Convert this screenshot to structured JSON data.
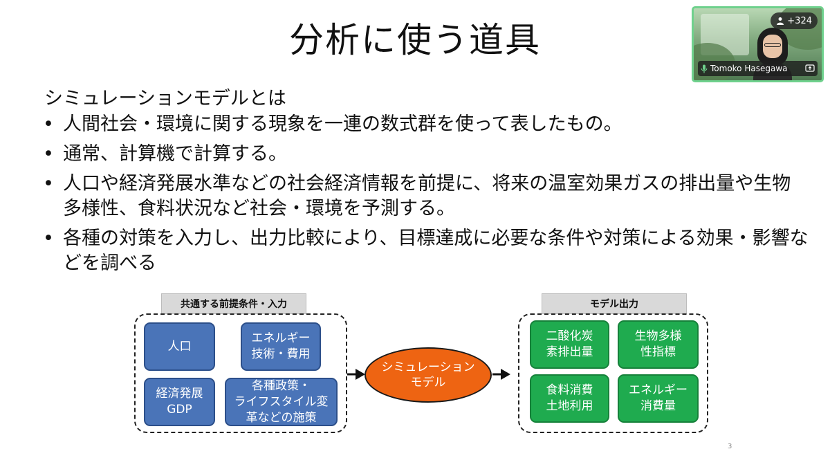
{
  "slide": {
    "title": "分析に使う道具",
    "intro": "シミュレーションモデルとは",
    "bullet_symbol": "•",
    "bullets": [
      "人間社会・環境に関する現象を一連の数式群を使って表したもの。",
      "通常、計算機で計算する。",
      "人口や経済発展水準などの社会経済情報を前提に、将来の温室効果ガスの排出量や生物多様性、食料状況など社会・環境を予測する。",
      "各種の対策を入力し、出力比較により、目標達成に必要な条件や対策による効果・影響などを調べる"
    ],
    "page_number": "3"
  },
  "diagram": {
    "input_label": "共通する前提条件・入力",
    "inputs": [
      "人口",
      "エネルギー\n技術・費用",
      "経済発展\nGDP",
      "各種政策・\nライフスタイル変\n革などの施策"
    ],
    "model": "シミュレーション\nモデル",
    "output_label": "モデル出力",
    "outputs": [
      "二酸化炭\n素排出量",
      "生物多様\n性指標",
      "食料消費\n土地利用",
      "エネルギー\n消費量"
    ]
  },
  "video": {
    "participant_name": "Tomoko Hasegawa",
    "participant_count": "+324",
    "icons": [
      "person-icon",
      "mic-icon",
      "screen-share-icon"
    ],
    "accent_color": "#6fd18d"
  },
  "colors": {
    "input_box": "#4a74b8",
    "output_box": "#1fab4f",
    "model_ellipse": "#ee6412"
  }
}
